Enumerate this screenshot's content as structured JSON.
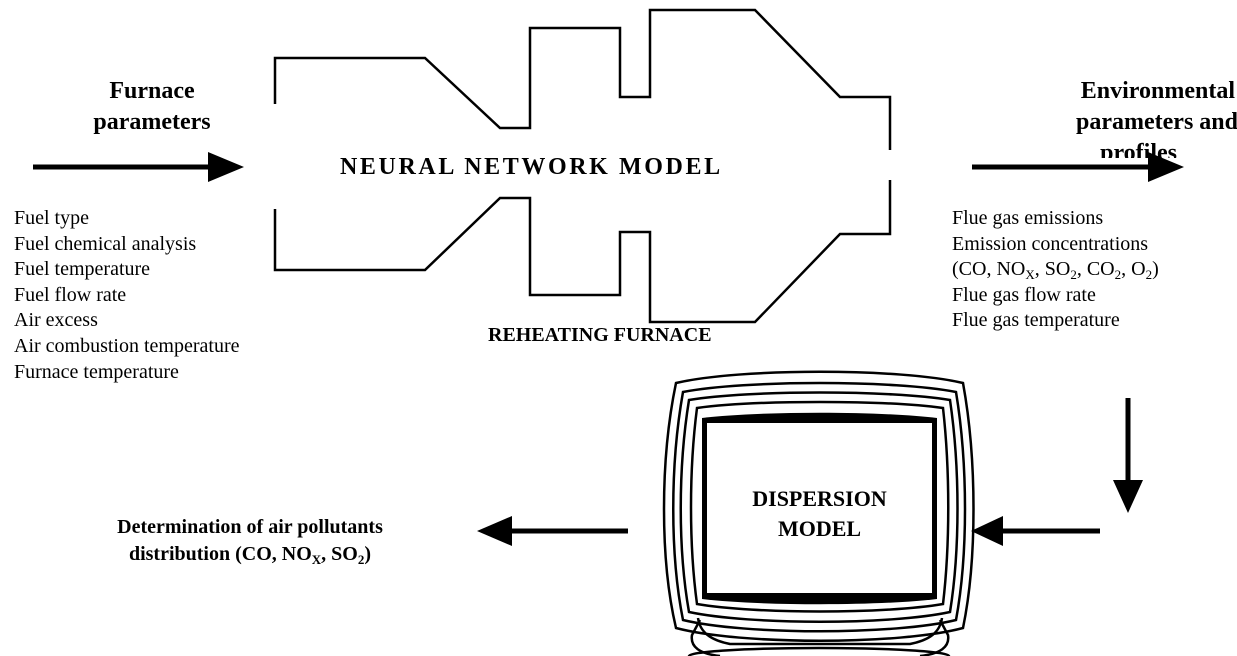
{
  "inputs": {
    "heading_line1": "Furnace",
    "heading_line2": "parameters",
    "items": [
      "Fuel type",
      "Fuel chemical analysis",
      "Fuel temperature",
      "Fuel flow rate",
      "Air excess",
      "Air combustion temperature",
      "Furnace temperature"
    ]
  },
  "model": {
    "title": "NEURAL NETWORK MODEL",
    "caption": "REHEATING FURNACE"
  },
  "outputs": {
    "heading_line1": "Environmental",
    "heading_line2": "parameters and",
    "heading_line3": "profiles",
    "items": {
      "emissions": "Flue gas emissions",
      "concentrations": "Emission concentrations",
      "species": {
        "open": "(CO, NO",
        "x": "X",
        "s1": ", SO",
        "two1": "2",
        "s2": ", CO",
        "two2": "2",
        "s3": ", O",
        "two3": "2",
        "close": ")"
      },
      "flow_rate": "Flue gas flow rate",
      "temperature": "Flue gas temperature"
    }
  },
  "dispersion": {
    "line1": "DISPERSION",
    "line2": "MODEL"
  },
  "result": {
    "line1": "Determination of air pollutants",
    "line2": {
      "open": "distribution (CO, NO",
      "x": "X",
      "mid": ", SO",
      "two": "2",
      "close": ")"
    }
  }
}
